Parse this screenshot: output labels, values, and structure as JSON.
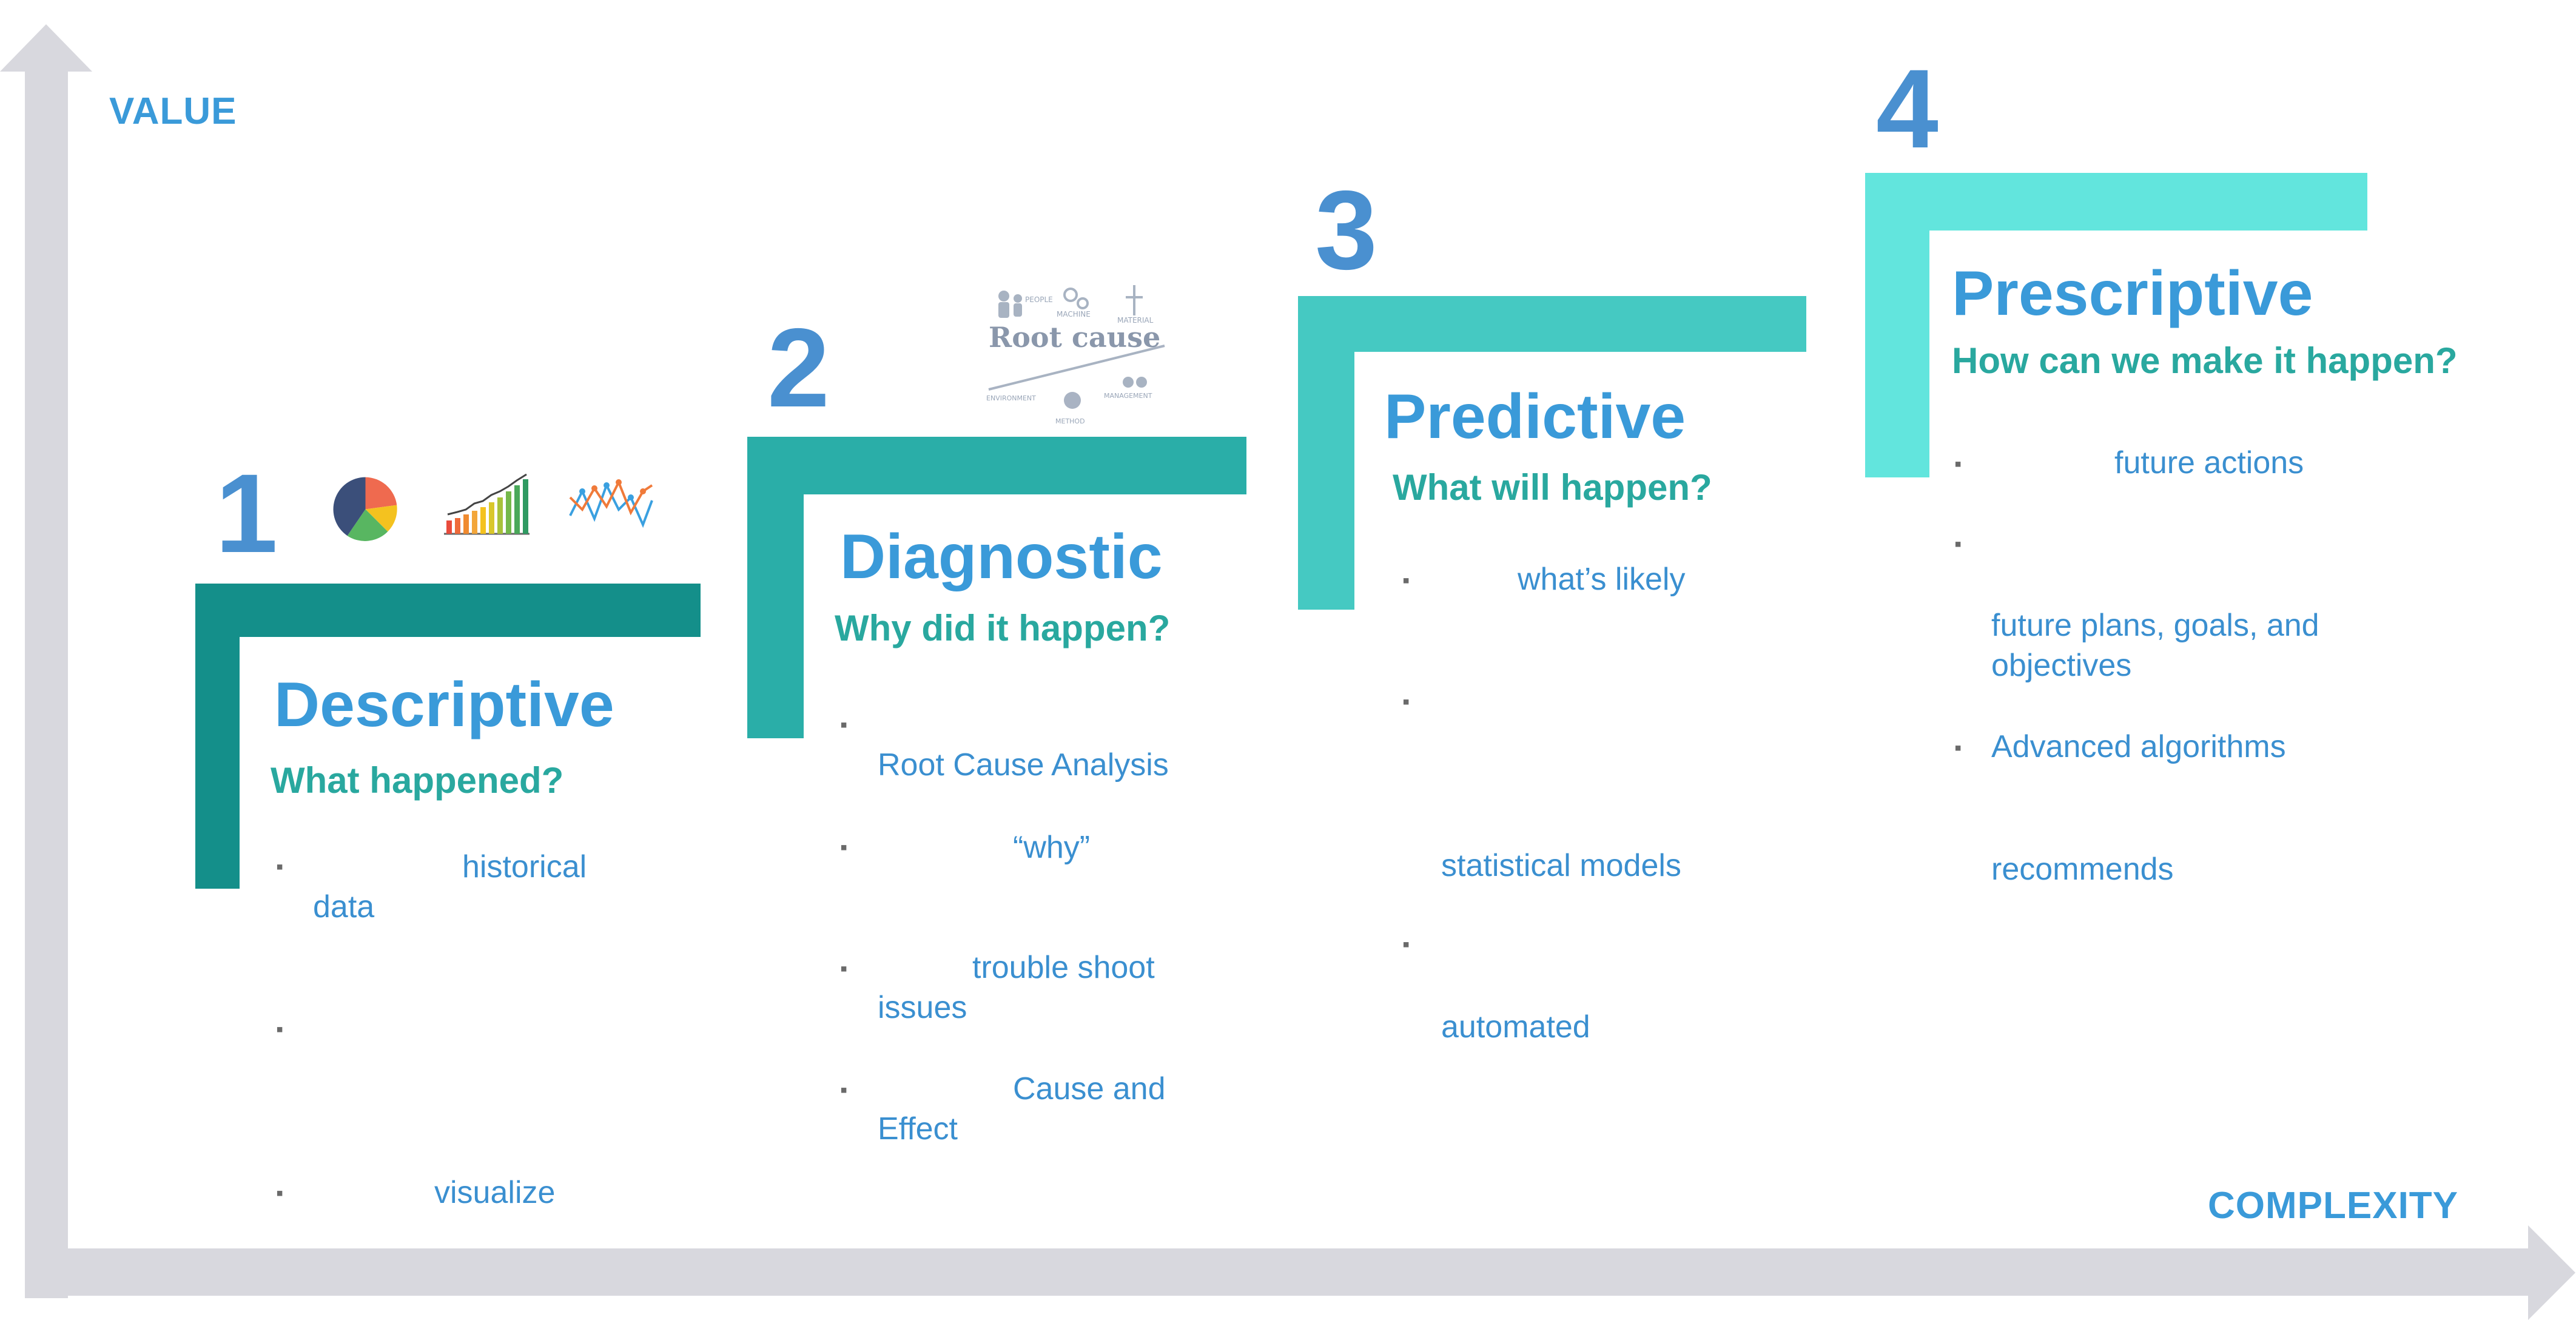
{
  "axes": {
    "y_label": "VALUE",
    "x_label": "COMPLEXITY"
  },
  "colors": {
    "axis": "#d8d8de",
    "title": "#3a9ad9",
    "subtitle": "#29a89f",
    "step1": "#148f8a",
    "step2": "#2aaea8",
    "step3": "#45c9c2",
    "step4": "#62e5dd"
  },
  "steps": [
    {
      "number": "1",
      "title": "Descriptive",
      "subtitle": "What happened?",
      "icons": [
        "pie-chart-icon",
        "bar-chart-icon",
        "line-chart-icon"
      ],
      "items": [
        "historical",
        "data",
        "",
        "visualize"
      ]
    },
    {
      "number": "2",
      "title": "Diagnostic",
      "subtitle": "Why did it happen?",
      "image_caption": "Root cause analysis",
      "image_words": [
        "PEOPLE",
        "MACHINE",
        "MATERIAL",
        "ENVIRONMENT",
        "MANAGEMENT",
        "METHOD"
      ],
      "items": [
        "Root Cause Analysis",
        "“why”",
        "trouble shoot",
        "issues",
        "Cause and",
        "Effect"
      ]
    },
    {
      "number": "3",
      "title": "Predictive",
      "subtitle": "What will happen?",
      "items": [
        "what’s likely",
        "statistical models",
        "automated"
      ]
    },
    {
      "number": "4",
      "title": "Prescriptive",
      "subtitle": "How can we make it happen?",
      "items": [
        "future actions",
        "future plans, goals, and",
        "objectives",
        "Advanced algorithms",
        "recommends"
      ]
    }
  ]
}
